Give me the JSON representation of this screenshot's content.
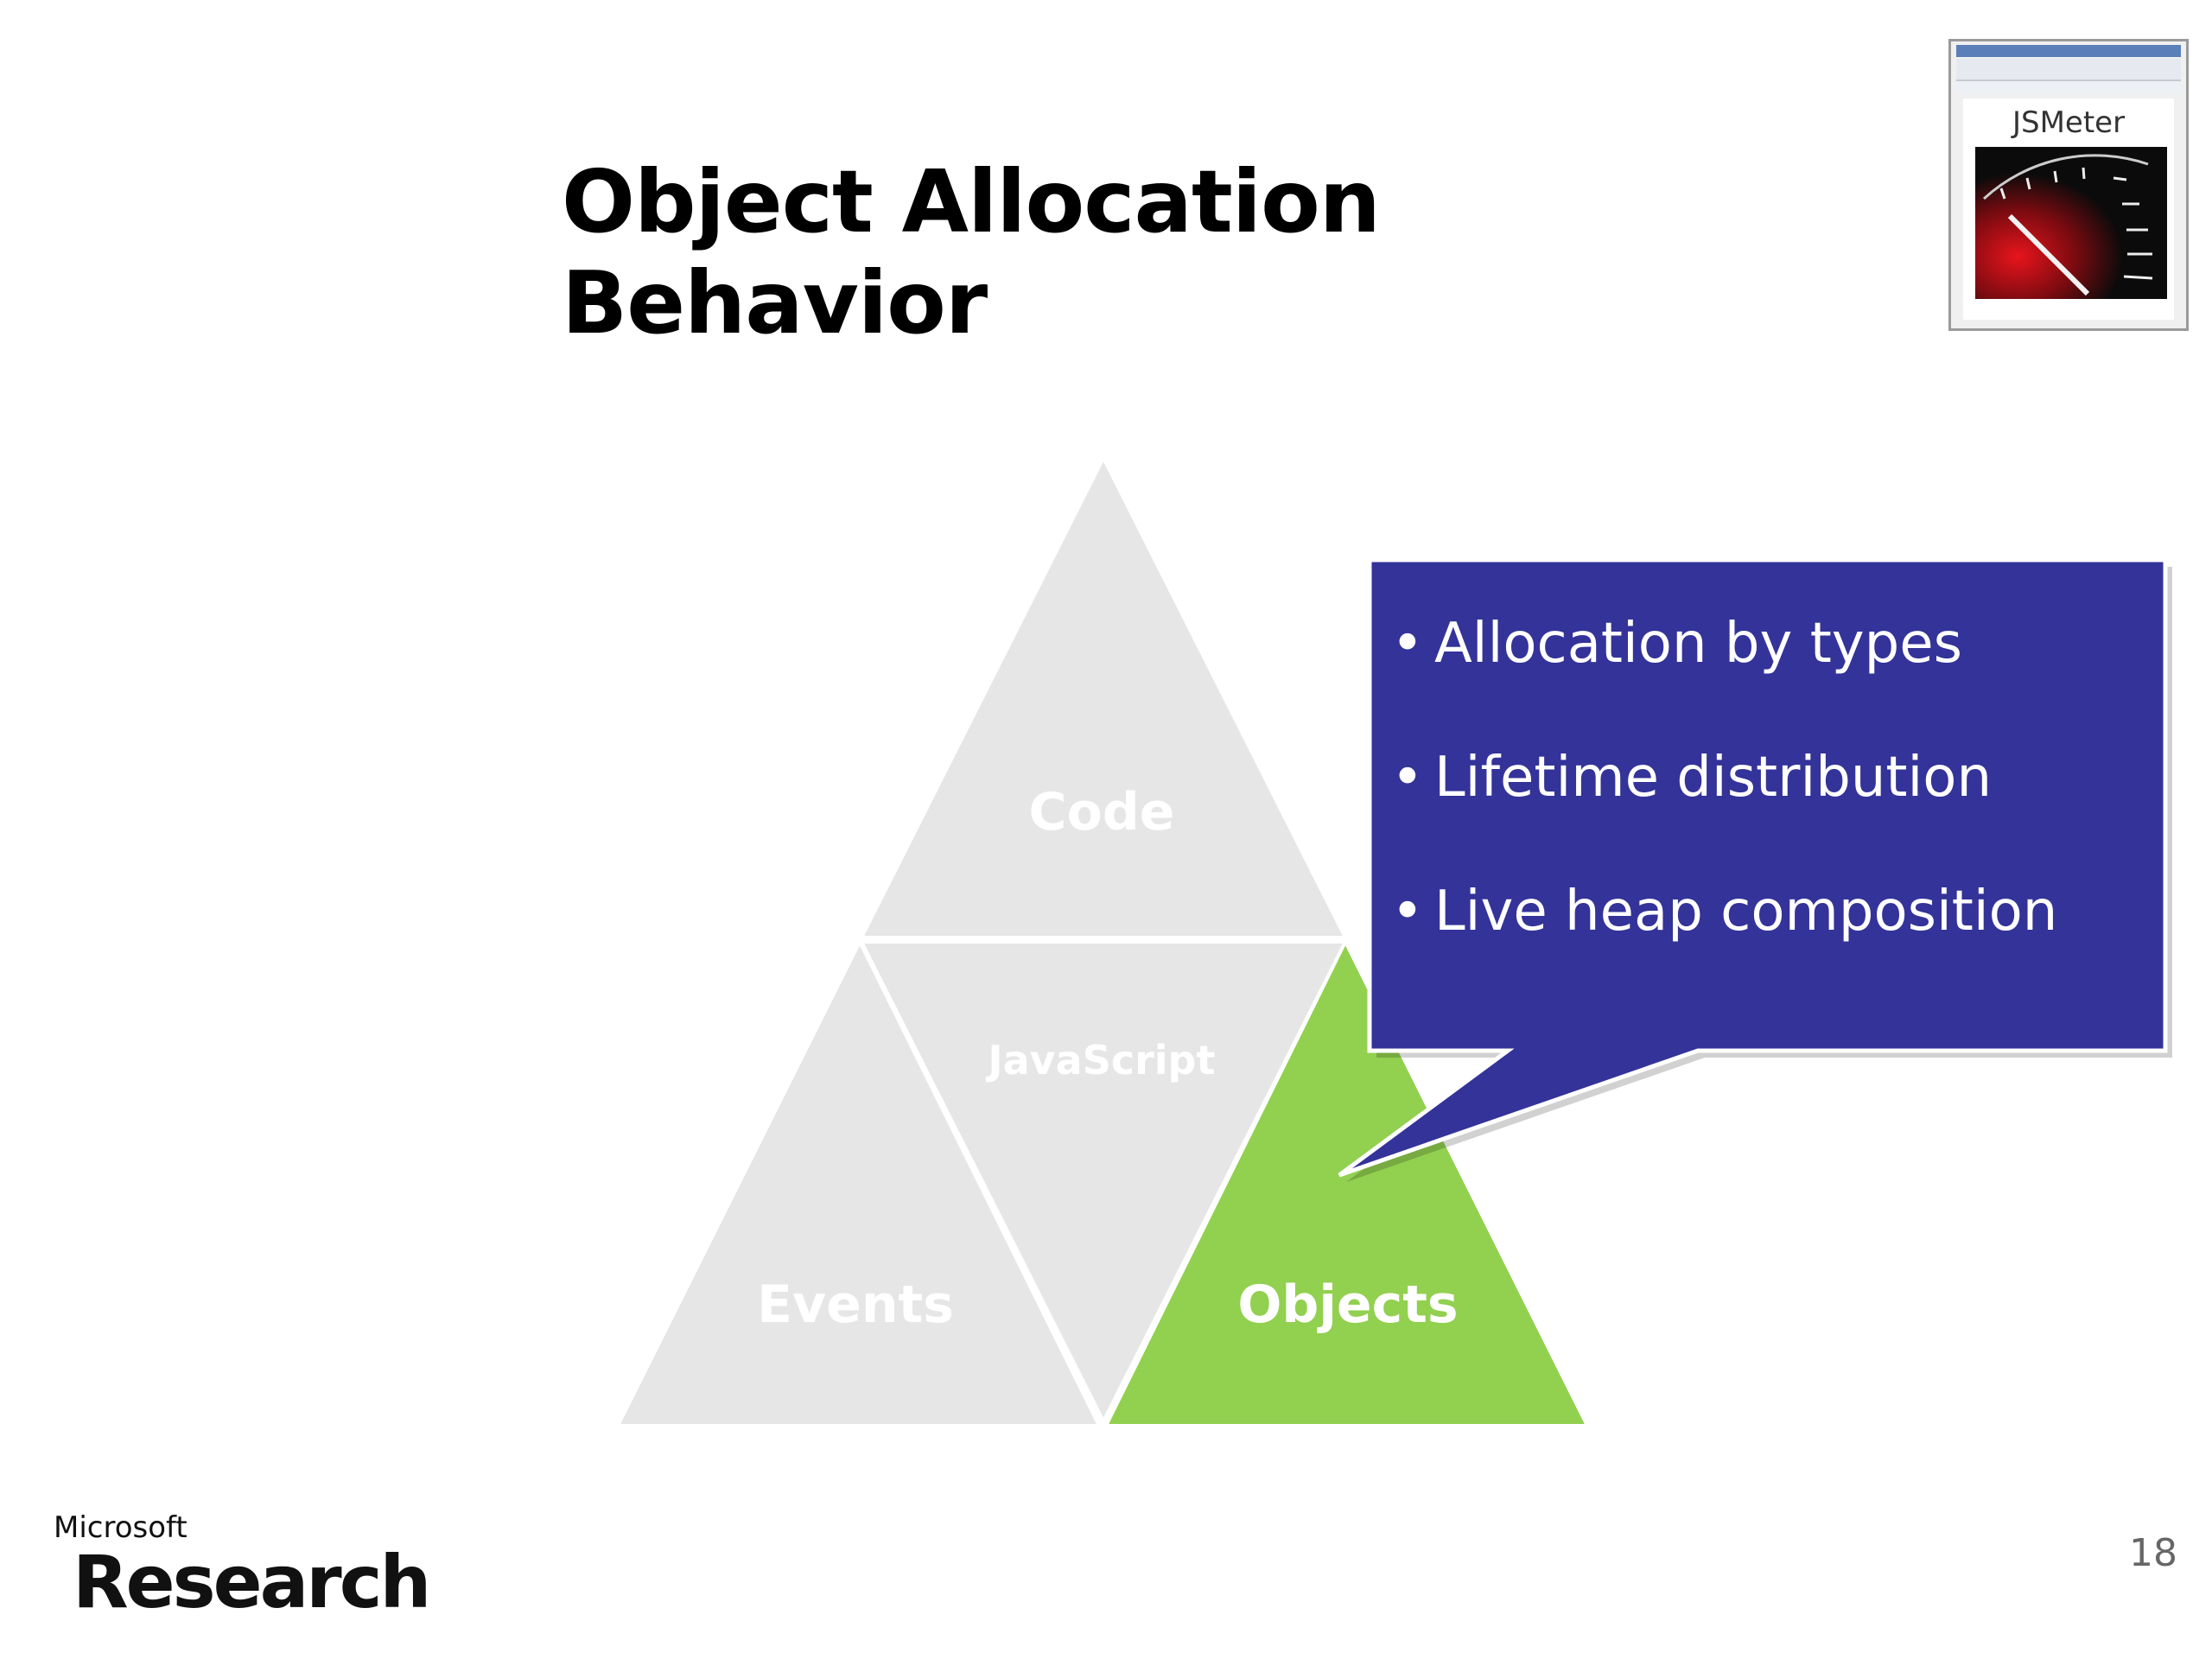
{
  "slide": {
    "title": "Object Allocation Behavior",
    "page_number": "18"
  },
  "thumbnail": {
    "label": "JSMeter",
    "icon": "speedometer-icon"
  },
  "diagram": {
    "triangles": {
      "top": "Code",
      "middle": "JavaScript",
      "left": "Events",
      "right": "Objects"
    },
    "colors": {
      "gray": "#e6e6e6",
      "highlight": "#92d050",
      "callout": "#333399"
    }
  },
  "callout": {
    "items": [
      {
        "bullet": "•",
        "text": "Allocation by types"
      },
      {
        "bullet": "•",
        "text": "Lifetime distribution"
      },
      {
        "bullet": "•",
        "text": "Live heap composition"
      }
    ]
  },
  "logo": {
    "company": "Microsoft",
    "division": "Research"
  }
}
